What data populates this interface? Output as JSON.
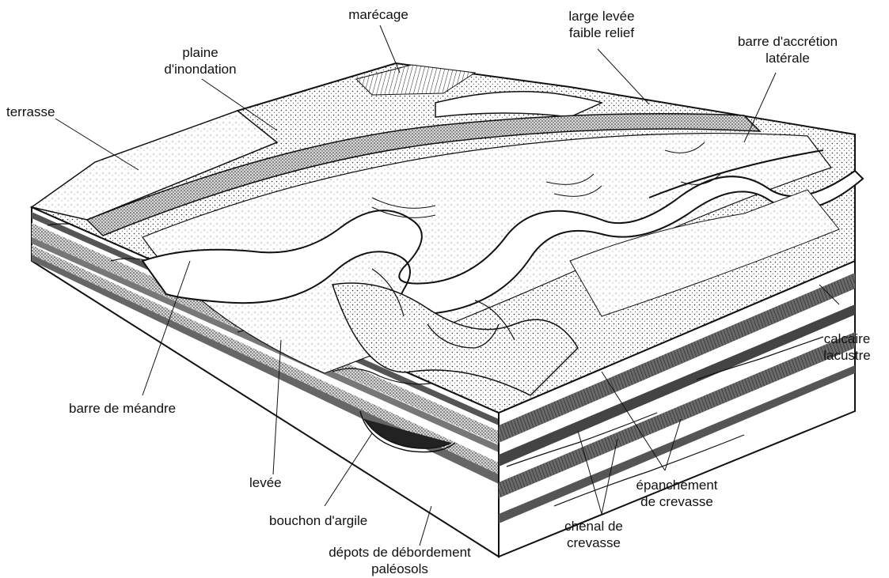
{
  "labels": {
    "marecage": "marécage",
    "plaine_1": "plaine",
    "plaine_2": "d'inondation",
    "terrasse": "terrasse",
    "large_levee_1": "large levée",
    "large_levee_2": "faible relief",
    "barre_accretion_1": "barre d'accrétion",
    "barre_accretion_2": "latérale",
    "calcaire_1": "calcaire",
    "calcaire_2": "lacustre",
    "barre_meandre": "barre de méandre",
    "levee": "levée",
    "bouchon": "bouchon d'argile",
    "depots_1": "dépots de débordement",
    "depots_2": "paléosols",
    "epanchement_1": "épanchement",
    "epanchement_2": "de crevasse",
    "chenal_1": "chenal de",
    "chenal_2": "crevasse"
  },
  "colors": {
    "ink": "#111111",
    "paper": "#ffffff",
    "stipple": "#bdbdbd",
    "dark_layer": "#5a5a5a",
    "mid_layer": "#9a9a9a"
  }
}
